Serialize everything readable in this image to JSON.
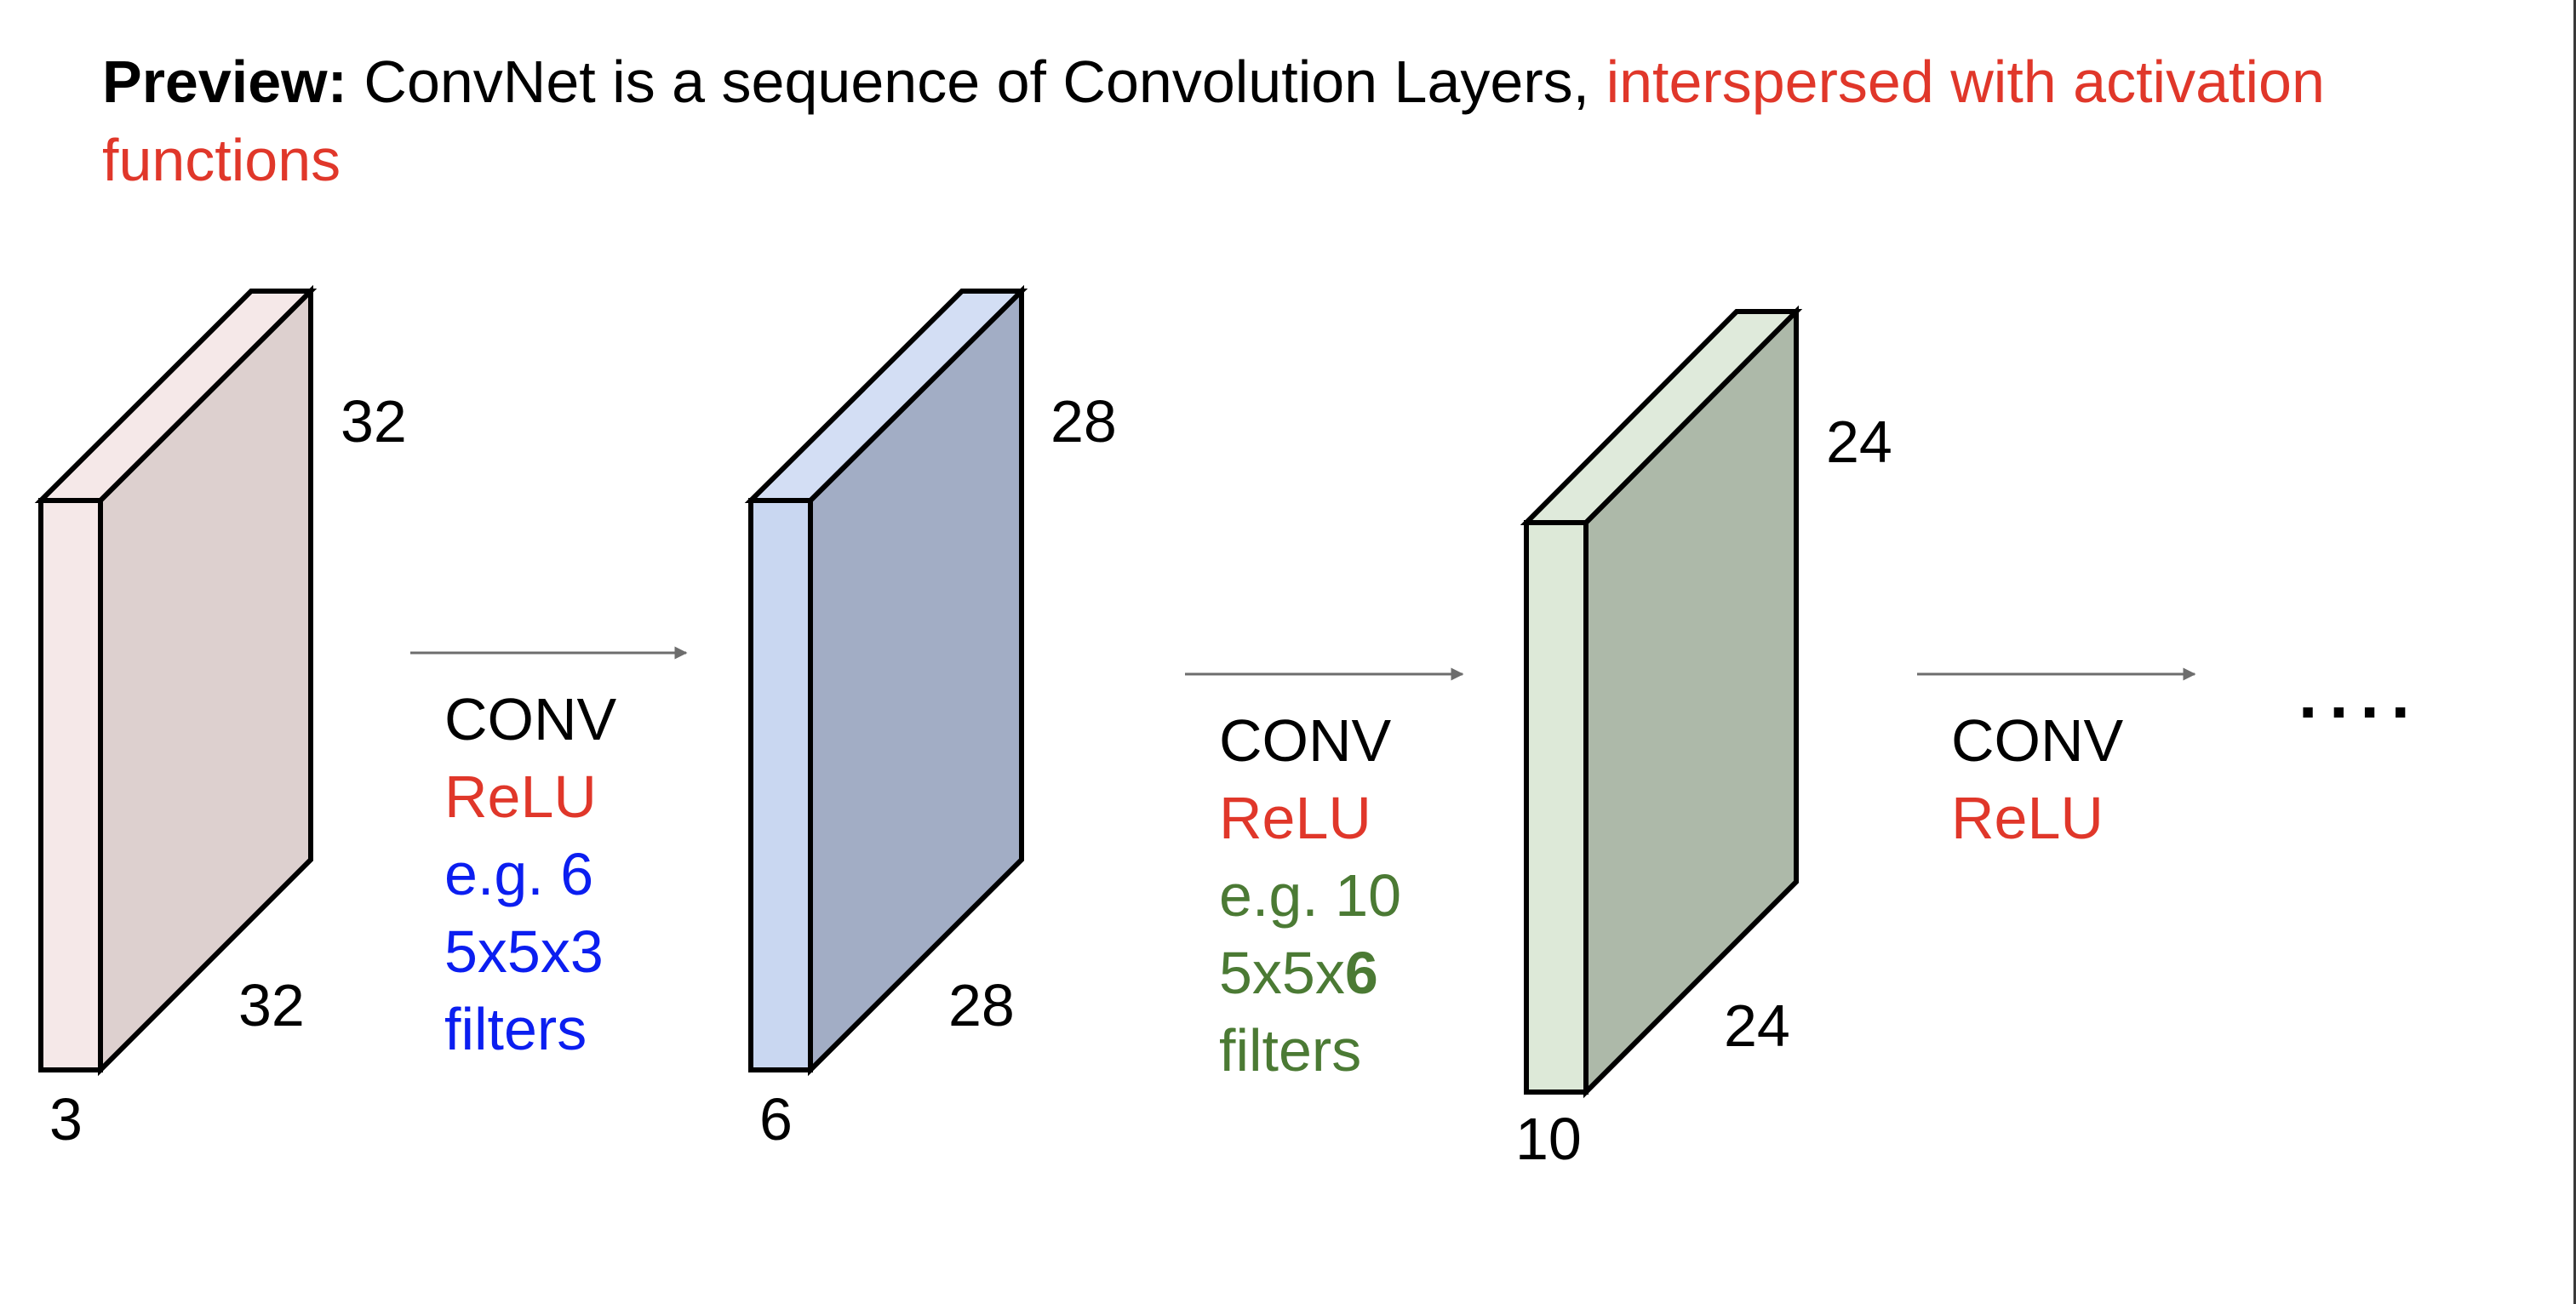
{
  "title": {
    "bold": "Preview:",
    "plain": " ConvNet is a sequence of Convolution Layers, ",
    "highlight": "interspersed with activation functions"
  },
  "colors": {
    "highlight_red": "#e0372a",
    "filter_blue": "#0b1ef0",
    "filter_green": "#4b7a34",
    "volume1_front": "#f5e8e8",
    "volume1_side": "#ddd0cf",
    "volume2_front": "#c9d7f1",
    "volume2_side": "#a2adc5",
    "volume3_front": "#dde9d8",
    "volume3_side": "#adb9a9",
    "arrow": "#6d6d6d"
  },
  "volumes": [
    {
      "height": "32",
      "width": "32",
      "depth": "3"
    },
    {
      "height": "28",
      "width": "28",
      "depth": "6"
    },
    {
      "height": "24",
      "width": "24",
      "depth": "10"
    }
  ],
  "layers": [
    {
      "op": "CONV",
      "act": "ReLU",
      "line1": "e.g. 6",
      "line2_a": "5x5x",
      "line2_b": "3",
      "line3": "filters"
    },
    {
      "op": "CONV",
      "act": "ReLU",
      "line1": "e.g. 10",
      "line2_a": "5x5x",
      "line2_b": "6",
      "line3": "filters"
    },
    {
      "op": "CONV",
      "act": "ReLU"
    }
  ],
  "continuation": "...."
}
